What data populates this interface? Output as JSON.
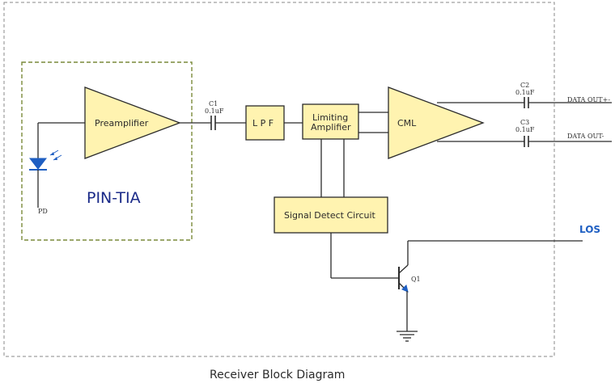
{
  "blocks": {
    "preamplifier": "Preamplifier",
    "lpf": "L P F",
    "limiting_line1": "Limiting",
    "limiting_line2": "Amplifier",
    "cml": "CML",
    "signal_detect": "Signal Detect Circuit"
  },
  "labels": {
    "pin_tia": "PIN-TIA",
    "pd": "PD",
    "c1": "C1",
    "c1_value": "0.1uF",
    "c2": "C2",
    "c2_value": "0.1uF",
    "c3": "C3",
    "c3_value": "0.1uF",
    "data_out_pos": "DATA OUT+-",
    "data_out_neg": "DATA OUT-",
    "los": "LOS",
    "q1": "Q1"
  },
  "caption": "Receiver Block Diagram",
  "colors": {
    "block_fill": "#fff3b0",
    "pin_tia_text": "#1a2a88",
    "los_text": "#1f5fc2",
    "photodiode": "#1f5fc2",
    "inner_border": "#7a8a3a"
  }
}
